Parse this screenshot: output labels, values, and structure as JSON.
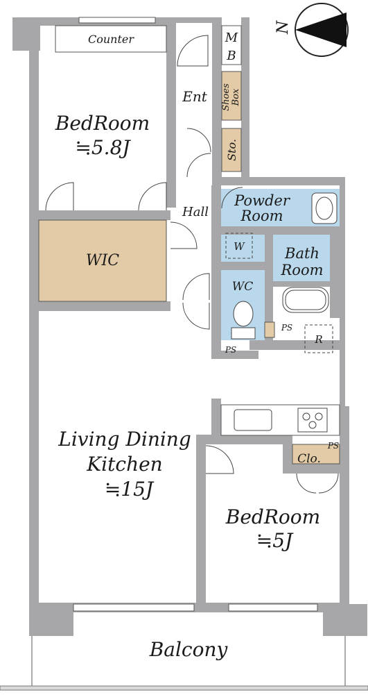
{
  "rooms": {
    "counter": "Counter",
    "mb_top": "M",
    "mb_bottom": "B",
    "entrance": "Ent",
    "shoes_top": "Shoes",
    "shoes_bottom": "Box",
    "storage": "Sto.",
    "bedroom1_name": "BedRoom",
    "bedroom1_size": "≒5.8J",
    "wic": "WIC",
    "hall": "Hall",
    "powder_top": "Powder",
    "powder_bottom": "Room",
    "washer": "W",
    "bath_top": "Bath",
    "bath_bottom": "Room",
    "wc": "WC",
    "ps1": "PS",
    "ps2": "PS",
    "ps3": "PS",
    "fridge": "R",
    "ldk_line1": "Living Dining",
    "ldk_line2": "Kitchen",
    "ldk_size": "≒15J",
    "closet": "Clo.",
    "bedroom2_name": "BedRoom",
    "bedroom2_size": "≒5J",
    "balcony": "Balcony"
  },
  "compass": {
    "label": "N"
  },
  "colors": {
    "wall": "#a7a7a9",
    "wood": "#e2cba6",
    "wet": "#b9d8ec",
    "outline": "#555555"
  }
}
